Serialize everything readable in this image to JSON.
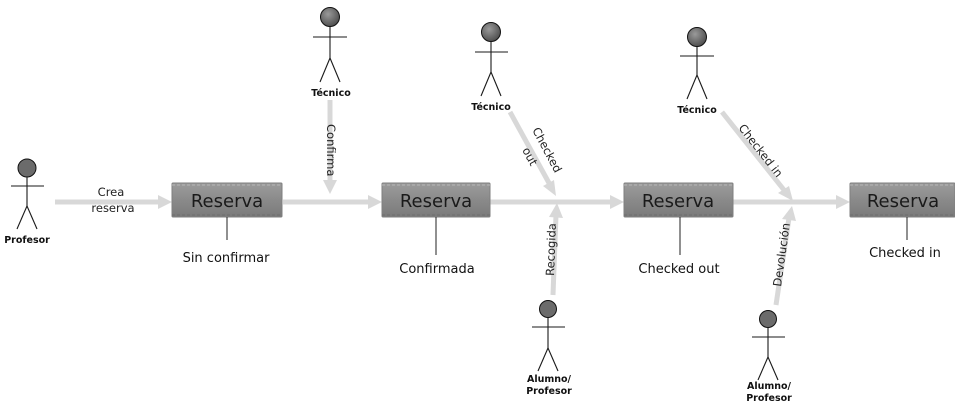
{
  "diagram": {
    "box_text": "Reserva",
    "states": [
      "Sin confirmar",
      "Confirmada",
      "Checked out",
      "Checked in"
    ],
    "actors": {
      "profesor": "Profesor",
      "tecnico": "Técnico",
      "alumno_line1": "Alumno/",
      "alumno_line2": "Profesor"
    },
    "edges": {
      "crea_line1": "Crea",
      "crea_line2": "reserva",
      "confirma": "Confirma",
      "checked_out_line1": "Checked",
      "checked_out_line2": "out",
      "recogida": "Recogida",
      "checked_in": "Checked in",
      "devolucion": "Devolución"
    }
  }
}
